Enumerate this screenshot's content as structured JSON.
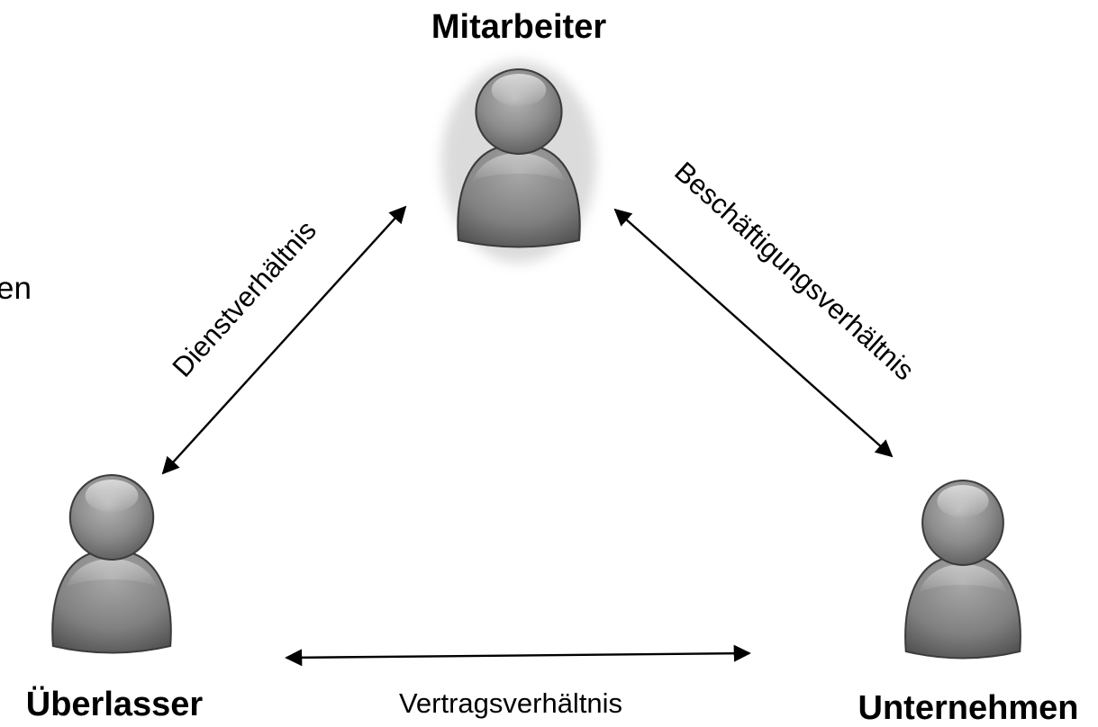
{
  "nodes": {
    "mitarbeiter": {
      "label": "Mitarbeiter",
      "icon": "person-icon"
    },
    "ueberlasser": {
      "label": "Überlasser",
      "icon": "person-icon"
    },
    "unternehmen": {
      "label": "Unternehmen",
      "icon": "person-icon"
    }
  },
  "relations": {
    "dienstverhaeltnis": {
      "label": "Dienstverhältnis",
      "from": "ueberlasser",
      "to": "mitarbeiter",
      "bidirectional": true
    },
    "beschaeftigungsverhaeltnis": {
      "label": "Beschäftigungsverhältnis",
      "from": "mitarbeiter",
      "to": "unternehmen",
      "bidirectional": true
    },
    "vertragsverhaeltnis": {
      "label": "Vertragsverhältnis",
      "from": "ueberlasser",
      "to": "unternehmen",
      "bidirectional": true
    }
  },
  "edge_fragment": "en",
  "colors": {
    "person_fill": "#8a8a8a",
    "person_dark": "#4a4a4a",
    "arrow": "#000000"
  }
}
